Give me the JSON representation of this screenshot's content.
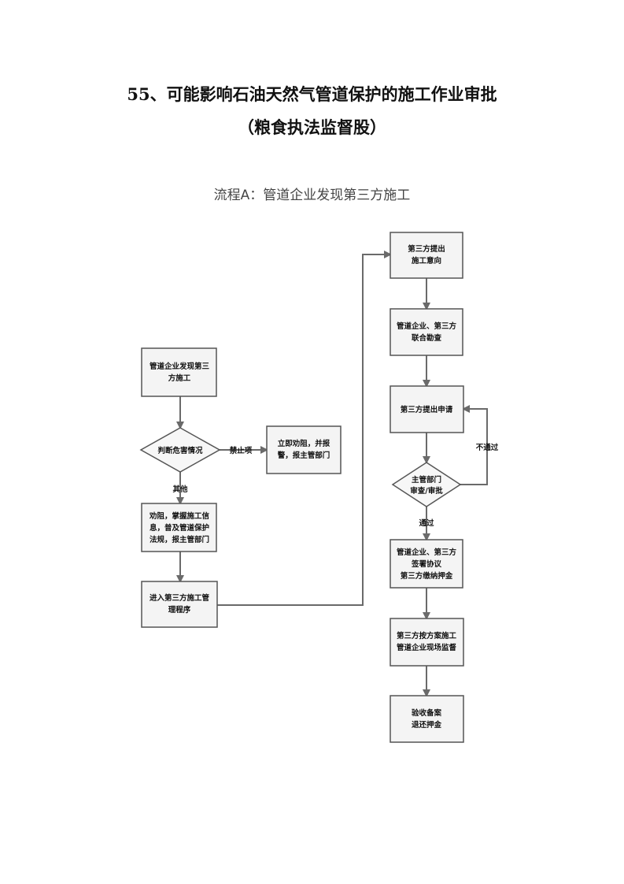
{
  "page": {
    "title": "55、可能影响石油天然气管道保护的施工作业审批",
    "subtitle": "（粮食执法监督股）"
  },
  "flow": {
    "heading": "流程A：管道企业发现第三方施工",
    "nodes": {
      "discover": [
        "管道企业发现第三",
        "方施工"
      ],
      "judge": [
        "判断危害情况"
      ],
      "stop_report": [
        "立即劝阻，并报",
        "警，报主管部门"
      ],
      "dissuade": [
        "劝阻，掌握施工信",
        "息，普及管道保护",
        "法规，报主管部门"
      ],
      "enter": [
        "进入第三方施工管",
        "理程序"
      ],
      "propose": [
        "第三方提出",
        "施工意向"
      ],
      "survey": [
        "管道企业、第三方",
        "联合勘查"
      ],
      "apply": [
        "第三方提出申请"
      ],
      "review": [
        "主管部门",
        "审查/审批"
      ],
      "agreement": [
        "管道企业、第三方",
        "签署协议",
        "第三方缴纳押金"
      ],
      "construct": [
        "第三方按方案施工",
        "管道企业现场监督"
      ],
      "accept": [
        "验收备案",
        "退还押金"
      ]
    },
    "edge_labels": {
      "prohibited": "禁止项",
      "other": "其他",
      "fail": "不通过",
      "pass": "通过"
    }
  }
}
